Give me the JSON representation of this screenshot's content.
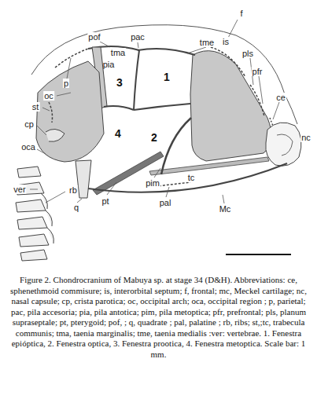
{
  "diagram": {
    "caption": "Figure 2. Chondrocranium of Mabuya sp. at stage 34 (D&H). Abbreviations: ce, sphenethmoid commisure; is, interorbital septum; f, frontal; mc, Meckel cartilage; nc, nasal capsule; cp, crista parotica; oc, occipital arch; oca, occipital region ; p, parietal; pac, pila accesoria; pia, pila antotica; pim, pila metoptica; pfr, prefrontal; pls, planum supraseptale; pt, pterygoid; pof, ; q, quadrate ; pal, palatine ; rb, ribs; st,;tc, trabecula communis; tma, taenia marginalis; tme, taenia medialis :ver: vertebrae. 1. Fenestra epióptica, 2. Fenestra optica, 3. Fenestra prootica, 4. Fenestra metoptica. Scale bar: 1 mm.",
    "labels": [
      "f",
      "pac",
      "pof",
      "tme",
      "is",
      "pls",
      "tma",
      "pia",
      "1",
      "pfr",
      "p",
      "oc",
      "3",
      "ce",
      "st",
      "2",
      "cp",
      "4",
      "nc",
      "oca",
      "pim",
      "tc",
      "ver",
      "rb",
      "pt",
      "pal",
      "q",
      "Mc"
    ]
  }
}
